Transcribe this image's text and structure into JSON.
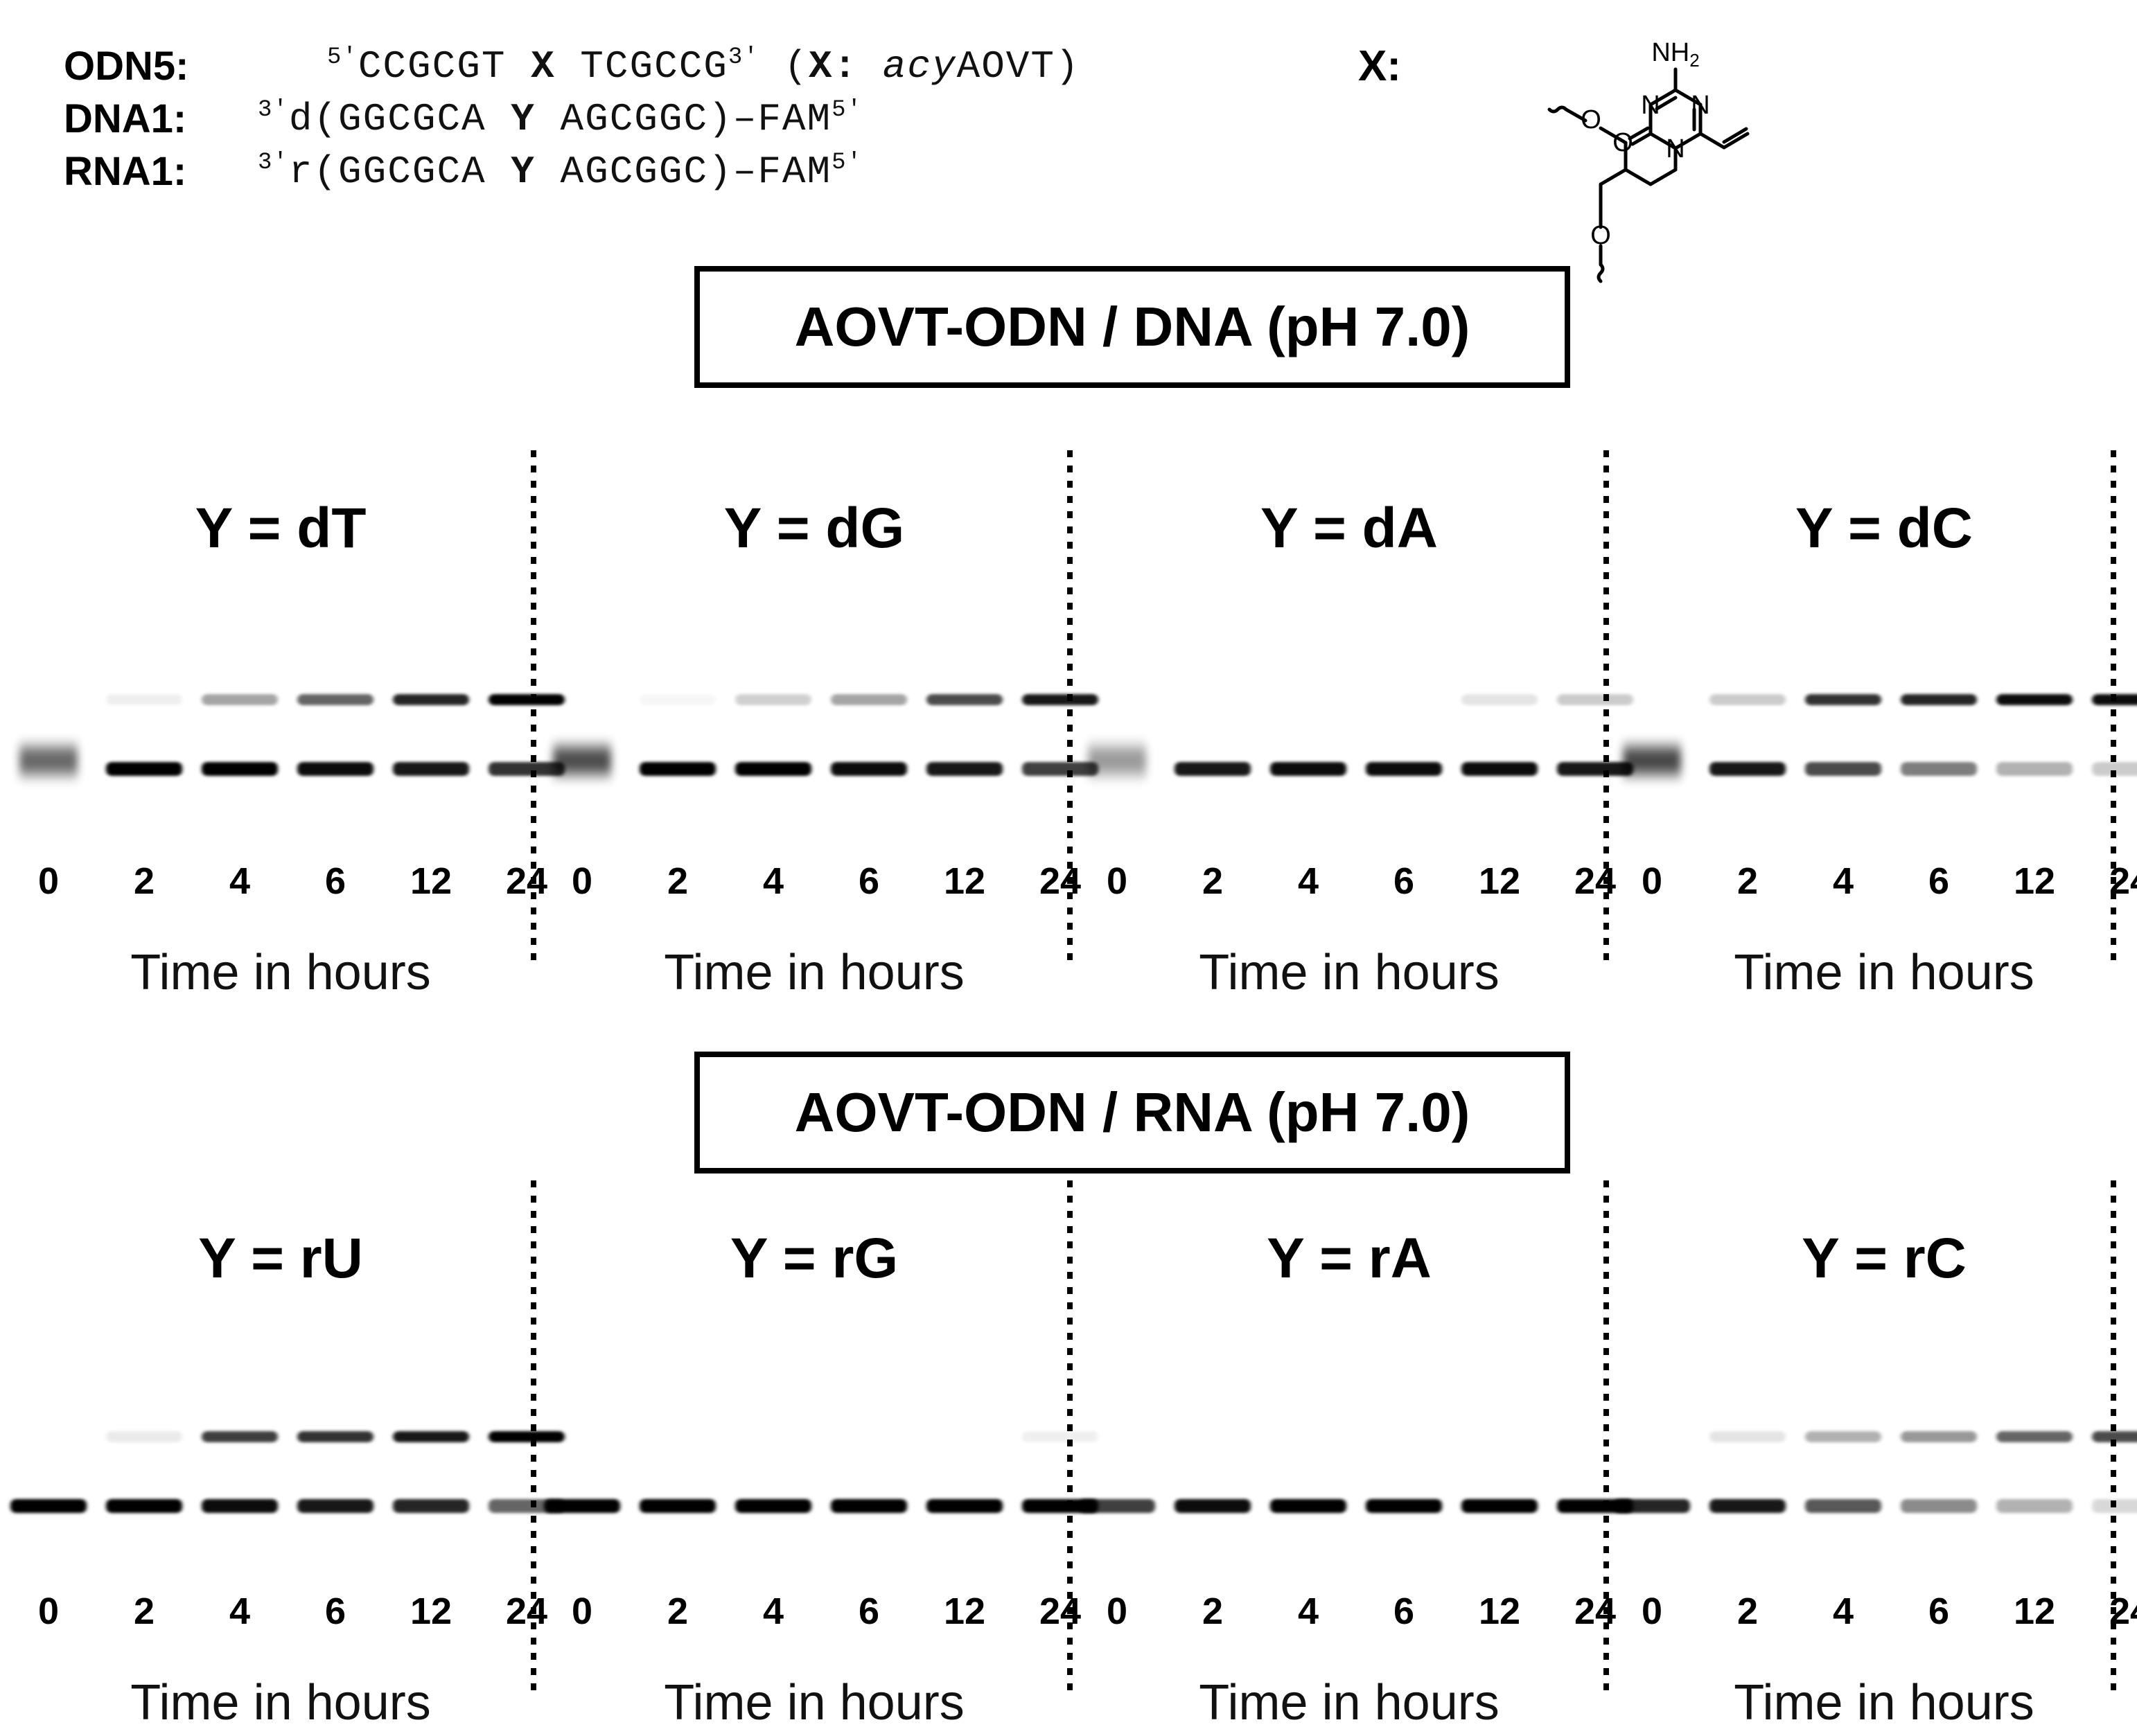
{
  "sequences": [
    {
      "name": "ODN5",
      "pre_sup": "5′",
      "before": "CCGCGT ",
      "mark": "X",
      "after": " TCGCCG",
      "post_sup": "3′",
      "note_open": " (",
      "note_mark": "X:",
      "note_ital": " acy",
      "note_rest": "AOVT)"
    },
    {
      "name": "DNA1",
      "pre_sup": "3′",
      "before": "d(GGCGCA ",
      "mark": "Y",
      "after": " AGCGGC)–FAM",
      "post_sup": "5′"
    },
    {
      "name": "RNA1",
      "pre_sup": "3′",
      "before": "r(GGCGCA ",
      "mark": "Y",
      "after": " AGCGGC)–FAM",
      "post_sup": "5′"
    }
  ],
  "name_colon": ":",
  "x_label": "X:",
  "structure": {
    "nh2": "NH",
    "nh2_sub": "2",
    "n": "N",
    "o": "O"
  },
  "sections": [
    {
      "title": "AOVT-ODN / DNA (pH 7.0)",
      "panels": [
        {
          "title": "Y = dT",
          "lanes": [
            "0",
            "2",
            "4",
            "6",
            "12",
            "24"
          ],
          "caption": "Time in hours",
          "upper": [
            0,
            0.06,
            0.35,
            0.6,
            0.85,
            1.0
          ],
          "lower": [
            0.55,
            1.0,
            1.0,
            0.95,
            0.9,
            0.8
          ],
          "start_smear": true
        },
        {
          "title": "Y = dG",
          "lanes": [
            "0",
            "2",
            "4",
            "6",
            "12",
            "24"
          ],
          "caption": "Time in hours",
          "upper": [
            0,
            0.03,
            0.18,
            0.35,
            0.7,
            0.9
          ],
          "lower": [
            0.8,
            1.0,
            1.0,
            0.95,
            0.9,
            0.75
          ],
          "start_smear": true
        },
        {
          "title": "Y = dA",
          "lanes": [
            "0",
            "2",
            "4",
            "6",
            "12",
            "24"
          ],
          "caption": "Time in hours",
          "upper": [
            0,
            0,
            0,
            0,
            0.1,
            0.2
          ],
          "lower": [
            0.12,
            0.9,
            0.95,
            0.95,
            0.95,
            0.9
          ],
          "start_smear": true
        },
        {
          "title": "Y = dC",
          "lanes": [
            "0",
            "2",
            "4",
            "6",
            "12",
            "24"
          ],
          "caption": "Time in hours",
          "upper": [
            0,
            0.2,
            0.8,
            0.85,
            0.95,
            0.95
          ],
          "lower": [
            0.85,
            0.9,
            0.7,
            0.5,
            0.3,
            0.2
          ],
          "start_smear": true
        }
      ]
    },
    {
      "title": "AOVT-ODN / RNA (pH 7.0)",
      "panels": [
        {
          "title": "Y = rU",
          "lanes": [
            "0",
            "2",
            "4",
            "6",
            "12",
            "24"
          ],
          "caption": "Time in hours",
          "upper": [
            0,
            0.08,
            0.75,
            0.8,
            0.9,
            1.0
          ],
          "lower": [
            1.0,
            1.0,
            0.95,
            0.9,
            0.85,
            0.6
          ],
          "start_smear": false
        },
        {
          "title": "Y = rG",
          "lanes": [
            "0",
            "2",
            "4",
            "6",
            "12",
            "24"
          ],
          "caption": "Time in hours",
          "upper": [
            0,
            0,
            0,
            0,
            0,
            0.06
          ],
          "lower": [
            1.0,
            1.0,
            1.0,
            1.0,
            1.0,
            1.0
          ],
          "start_smear": false
        },
        {
          "title": "Y = rA",
          "lanes": [
            "0",
            "2",
            "4",
            "6",
            "12",
            "24"
          ],
          "caption": "Time in hours",
          "upper": [
            0,
            0,
            0,
            0,
            0,
            0
          ],
          "lower": [
            0.75,
            0.95,
            1.0,
            1.0,
            1.0,
            1.0
          ],
          "start_smear": false
        },
        {
          "title": "Y = rC",
          "lanes": [
            "0",
            "2",
            "4",
            "6",
            "12",
            "24"
          ],
          "caption": "Time in hours",
          "upper": [
            0,
            0.1,
            0.3,
            0.4,
            0.6,
            0.7
          ],
          "lower": [
            0.85,
            0.9,
            0.65,
            0.45,
            0.3,
            0.15
          ],
          "start_smear": false
        }
      ]
    }
  ]
}
